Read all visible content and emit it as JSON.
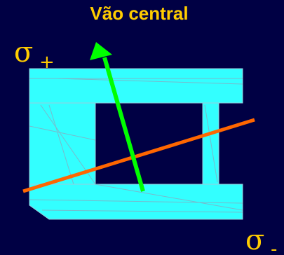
{
  "title": "Vão central",
  "labels": {
    "sigma_plus": {
      "symbol": "σ",
      "subscript": "+"
    },
    "sigma_minus": {
      "symbol": "σ",
      "subscript": "-"
    }
  },
  "colors": {
    "background": "#000044",
    "structure_fill": "#33FFFF",
    "structure_lines": "#88AACC",
    "green_arrow": "#00FF00",
    "orange_line": "#FF6600",
    "text": "#FFCC00"
  },
  "icons": {
    "green_arrow": "arrow-up-icon"
  }
}
